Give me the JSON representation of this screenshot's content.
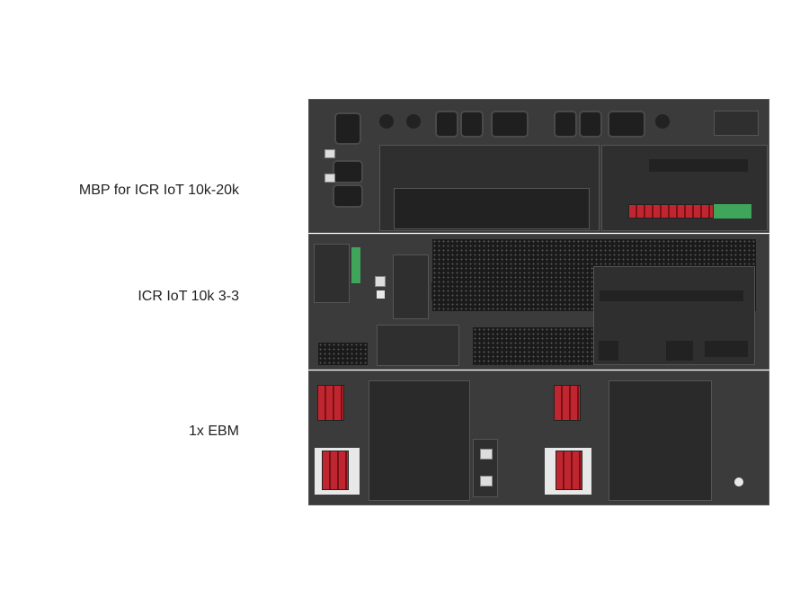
{
  "labels": {
    "mbp": "MBP for ICR IoT 10k-20k",
    "ups": "ICR IoT 10k 3-3",
    "ebm": "1x EBM"
  },
  "colors": {
    "chassis": "#3b3b3c",
    "terminal_red": "#c0262f",
    "terminal_green": "#3fa55a"
  }
}
